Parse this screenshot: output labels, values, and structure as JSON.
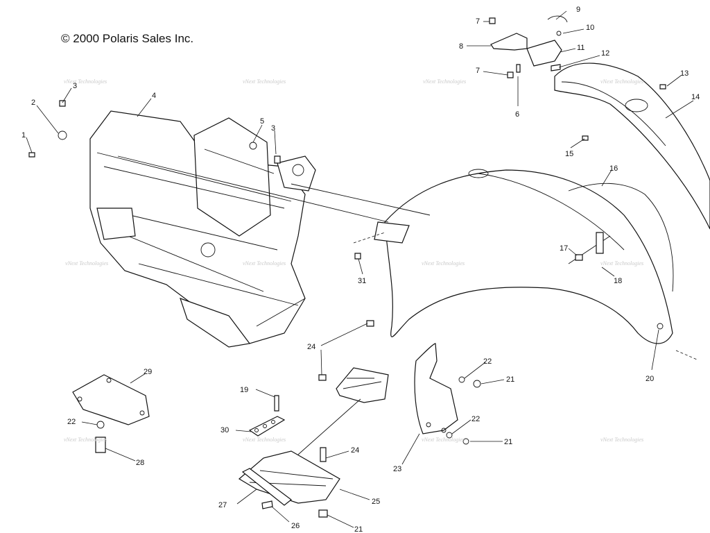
{
  "copyright": "© 2000 Polaris Sales Inc.",
  "watermark": "vNext Technologies",
  "callouts": [
    "1",
    "2",
    "3",
    "4",
    "3",
    "5",
    "7",
    "8",
    "9",
    "10",
    "11",
    "12",
    "7",
    "6",
    "13",
    "14",
    "15",
    "16",
    "17",
    "18",
    "31",
    "20",
    "24",
    "22",
    "21",
    "22",
    "21",
    "23",
    "24",
    "25",
    "26",
    "27",
    "21",
    "19",
    "30",
    "29",
    "22",
    "28"
  ]
}
